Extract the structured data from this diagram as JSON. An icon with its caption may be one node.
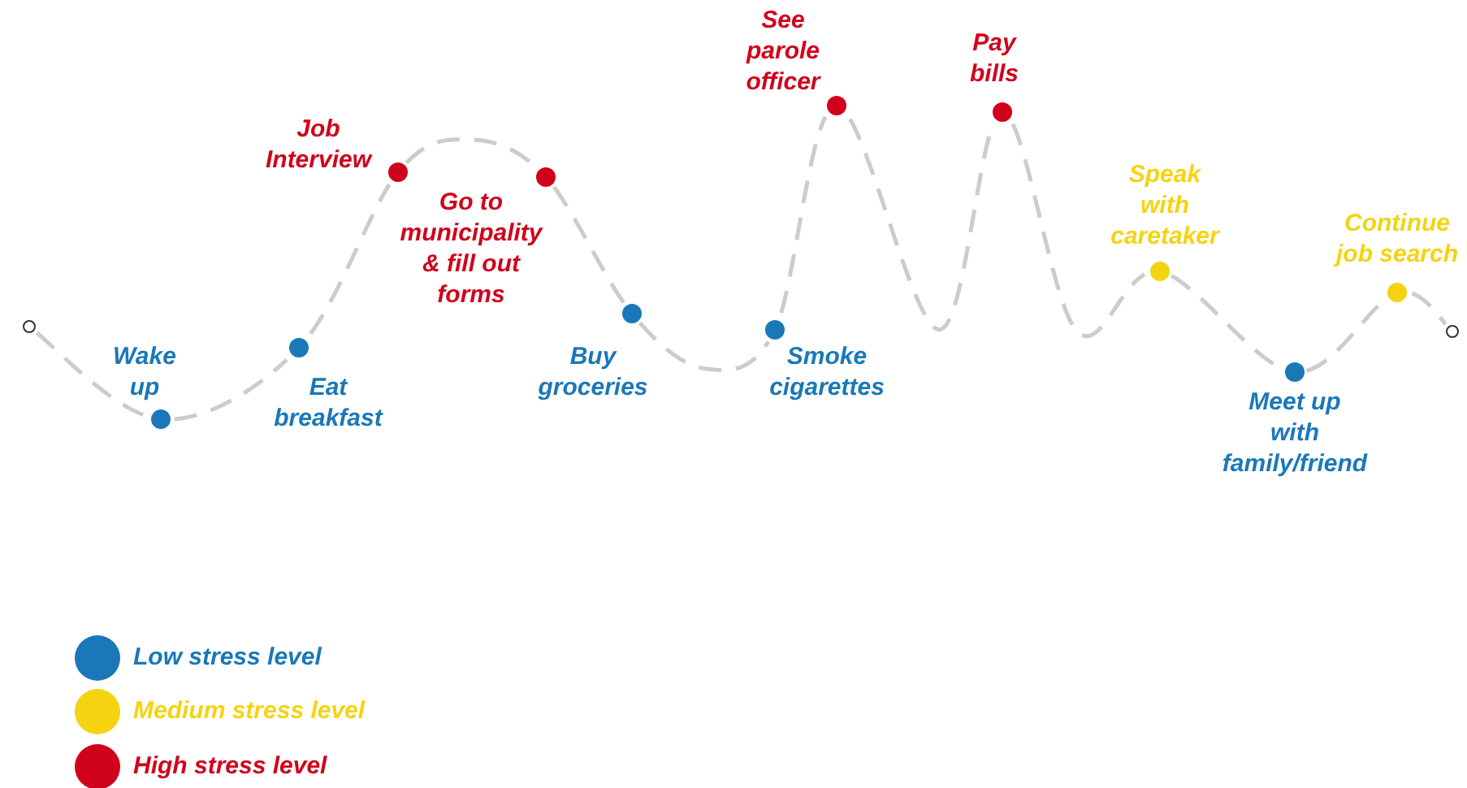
{
  "diagram": {
    "nodes": [
      {
        "text": [],
        "shape": "circle"
      },
      {
        "text": [],
        "shape": "circle",
        "beside": [
          "Wake up"
        ]
      },
      {
        "text": [],
        "shape": "circle",
        "beside": [
          "Eat breakfast"
        ]
      },
      {
        "text": [],
        "shape": "circle",
        "beside": [
          "Job Interview"
        ]
      },
      {
        "text": [],
        "shape": "circle",
        "beside": [
          "Go to municipality & fill out forms"
        ]
      },
      {
        "text": [],
        "shape": "circle",
        "beside": [
          "Buy groceries"
        ]
      },
      {
        "text": [],
        "shape": "circle",
        "beside": [
          "Smoke cigarettes"
        ]
      },
      {
        "text": [],
        "shape": "circle",
        "beside": [
          "See parole officer"
        ]
      },
      {
        "text": [],
        "shape": "circle",
        "beside": [
          "Pay bills"
        ]
      },
      {
        "text": [],
        "shape": "circle",
        "beside": [
          "Speak with caretaker"
        ]
      },
      {
        "text": [],
        "shape": "circle",
        "beside": [
          "Meet up with family/friend"
        ]
      },
      {
        "text": [],
        "shape": "circle",
        "beside": [
          "Continue job search"
        ]
      },
      {
        "text": [],
        "shape": "circle"
      }
    ],
    "edges": [
      {
        "from": 0,
        "to": 1,
        "arrow": "none",
        "style": "dashed"
      },
      {
        "from": 1,
        "to": 2,
        "arrow": "none",
        "style": "dashed"
      },
      {
        "from": 2,
        "to": 3,
        "arrow": "none",
        "style": "dashed"
      },
      {
        "from": 3,
        "to": 4,
        "arrow": "none",
        "style": "dashed"
      },
      {
        "from": 4,
        "to": 5,
        "arrow": "none",
        "style": "dashed"
      },
      {
        "from": 5,
        "to": 6,
        "arrow": "none",
        "style": "dashed"
      },
      {
        "from": 6,
        "to": 7,
        "arrow": "none",
        "style": "dashed"
      },
      {
        "from": 7,
        "to": 8,
        "arrow": "none",
        "style": "dashed"
      },
      {
        "from": 8,
        "to": 9,
        "arrow": "none",
        "style": "dashed"
      },
      {
        "from": 9,
        "to": 10,
        "arrow": "none",
        "style": "dashed"
      },
      {
        "from": 10,
        "to": 11,
        "arrow": "none",
        "style": "dashed"
      },
      {
        "from": 11,
        "to": 12,
        "arrow": "none",
        "style": "dashed"
      }
    ],
    "legend": [
      {
        "text": "Low stress level",
        "color": "#1a78b8"
      },
      {
        "text": "Medium stress level",
        "color": "#f5d312"
      },
      {
        "text": "High stress level",
        "color": "#d0021b"
      }
    ]
  }
}
